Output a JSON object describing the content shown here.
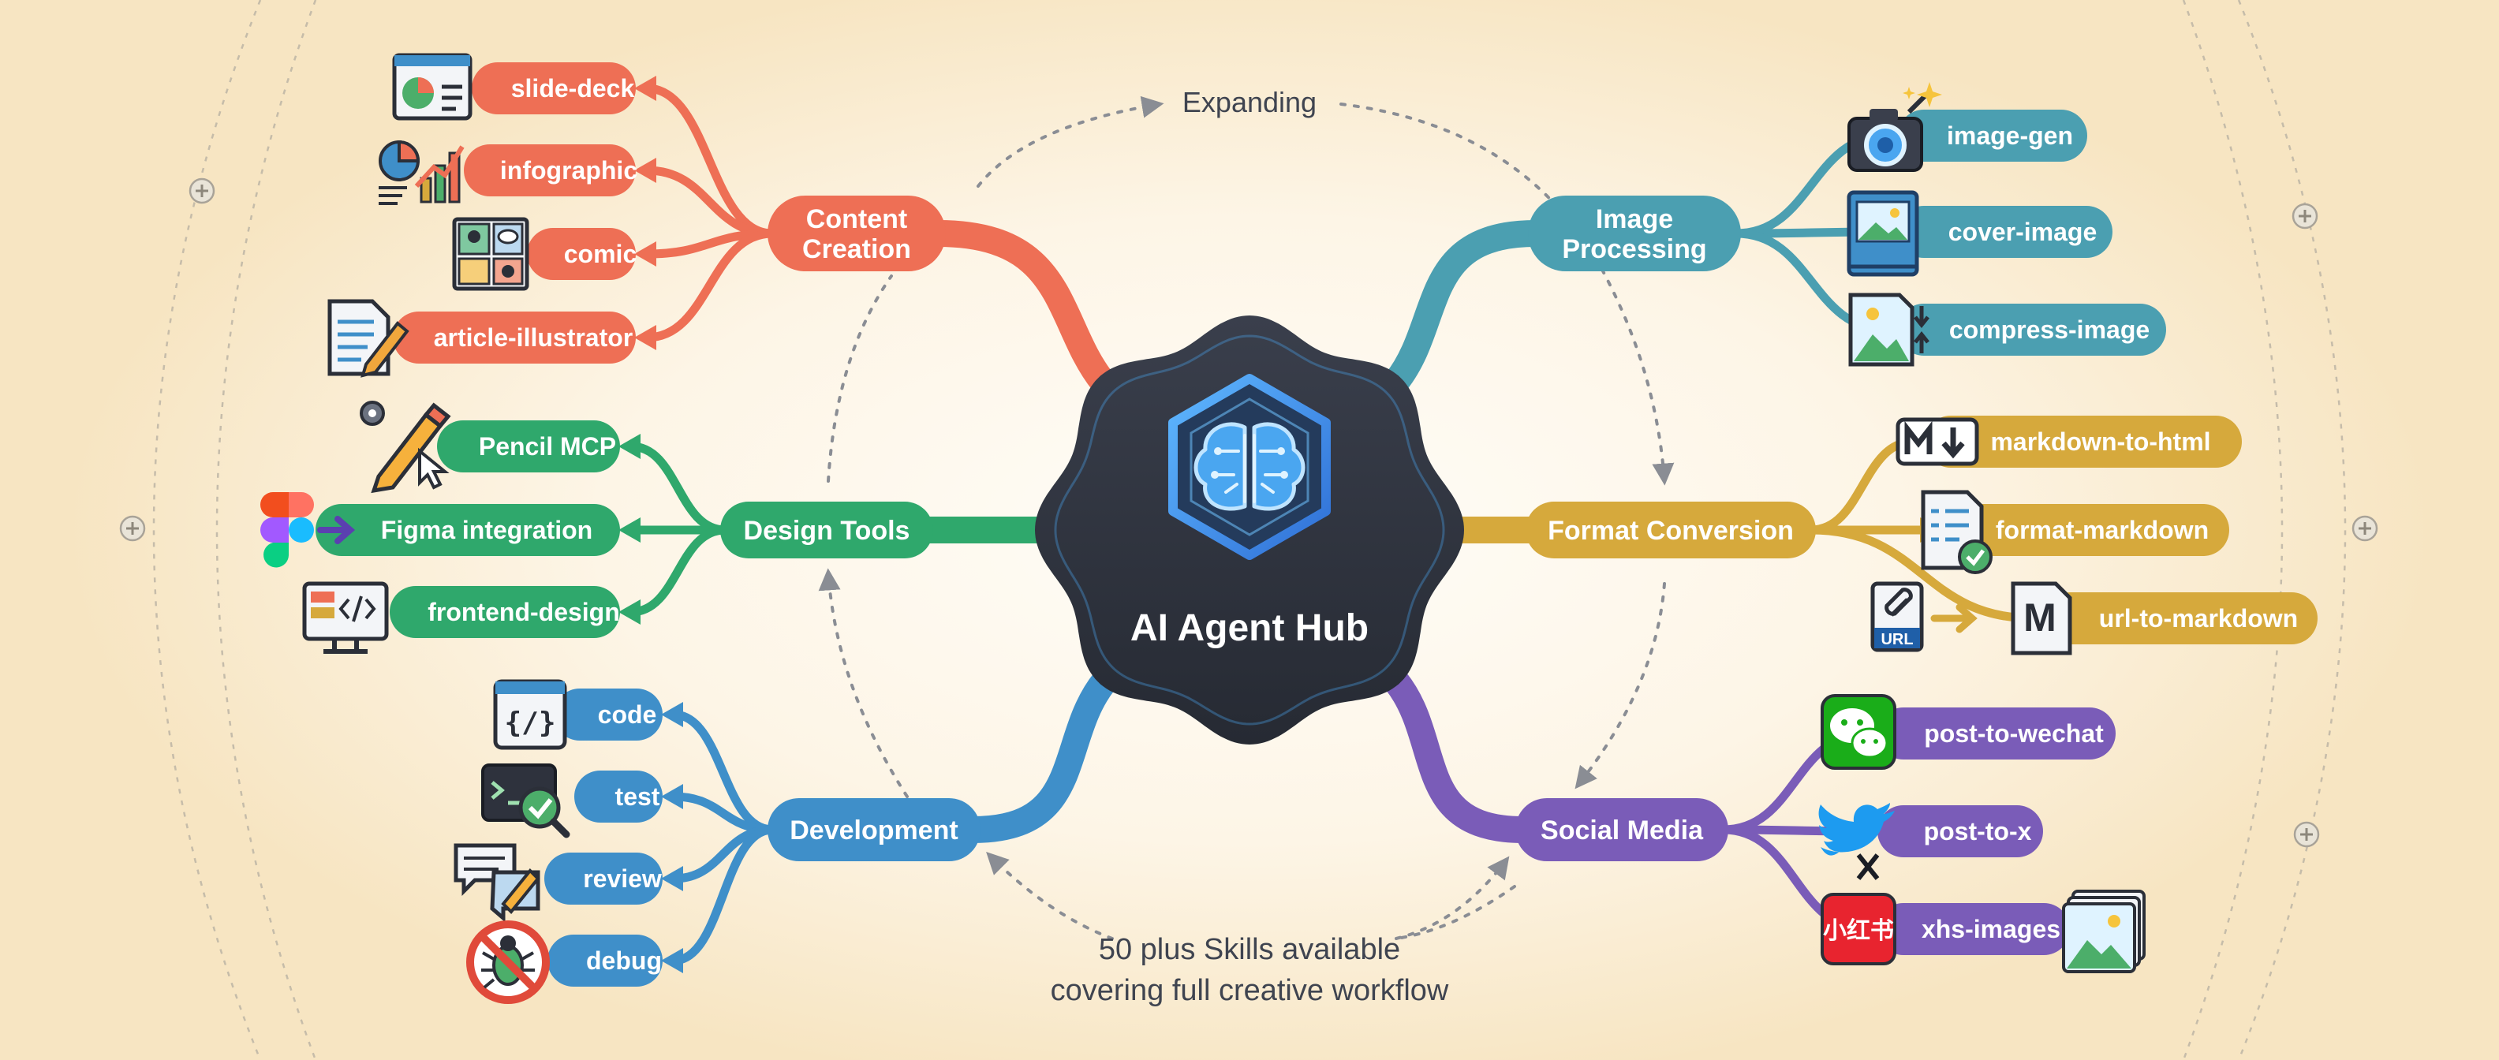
{
  "hub": {
    "label": "AI Agent Hub"
  },
  "notes": {
    "top": "Expanding",
    "bottom_line1": "50 plus Skills available",
    "bottom_line2": "covering full creative workflow"
  },
  "colors": {
    "content": "#ee6f55",
    "design": "#2fa86c",
    "development": "#3f8fc9",
    "image": "#4b9fb1",
    "format": "#d6a93c",
    "social": "#7a5cb8",
    "hub": "#2e323d",
    "hub_glow": "#4aa6f0"
  },
  "categories": [
    {
      "id": "content",
      "label_lines": [
        "Content",
        "Creation"
      ],
      "skills": [
        {
          "label": "slide-deck",
          "icon": "slide-chart-icon"
        },
        {
          "label": "infographic",
          "icon": "infographic-icon"
        },
        {
          "label": "comic",
          "icon": "comic-panels-icon"
        },
        {
          "label": "article-illustrator",
          "icon": "document-pencil-icon"
        }
      ]
    },
    {
      "id": "design",
      "label_lines": [
        "Design Tools"
      ],
      "skills": [
        {
          "label": "Pencil MCP",
          "icon": "pencil-gear-icon"
        },
        {
          "label": "Figma integration",
          "icon": "figma-logo-icon"
        },
        {
          "label": "frontend-design",
          "icon": "monitor-code-icon"
        }
      ]
    },
    {
      "id": "development",
      "label_lines": [
        "Development"
      ],
      "skills": [
        {
          "label": "code",
          "icon": "code-window-icon"
        },
        {
          "label": "test",
          "icon": "terminal-check-icon"
        },
        {
          "label": "review",
          "icon": "chat-edit-icon"
        },
        {
          "label": "debug",
          "icon": "no-bug-icon"
        }
      ]
    },
    {
      "id": "image",
      "label_lines": [
        "Image",
        "Processing"
      ],
      "skills": [
        {
          "label": "image-gen",
          "icon": "camera-sparkle-icon"
        },
        {
          "label": "cover-image",
          "icon": "book-cover-icon"
        },
        {
          "label": "compress-image",
          "icon": "image-compress-icon"
        }
      ]
    },
    {
      "id": "format",
      "label_lines": [
        "Format Conversion"
      ],
      "skills": [
        {
          "label": "markdown-to-html",
          "icon": "markdown-down-icon"
        },
        {
          "label": "format-markdown",
          "icon": "checklist-doc-icon"
        },
        {
          "label": "url-to-markdown",
          "icon": "url-link-markdown-icon"
        }
      ]
    },
    {
      "id": "social",
      "label_lines": [
        "Social Media"
      ],
      "skills": [
        {
          "label": "post-to-wechat",
          "icon": "wechat-logo-icon"
        },
        {
          "label": "post-to-x",
          "icon": "twitter-bird-icon"
        },
        {
          "label": "xhs-images",
          "icon": "xiaohongshu-logo-icon"
        }
      ]
    }
  ],
  "icon_text": {
    "url_badge": "URL",
    "markdown_letter": "M",
    "xhs_logo": "小红书"
  }
}
